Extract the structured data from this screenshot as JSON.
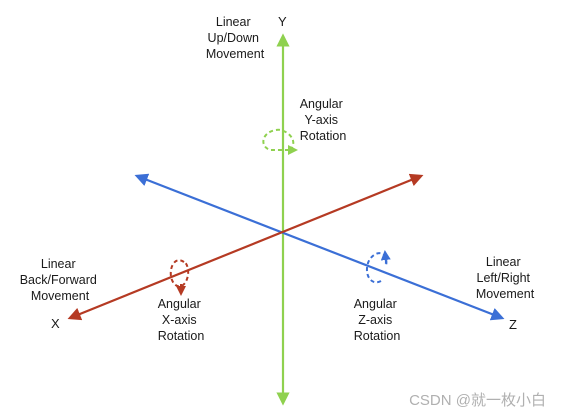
{
  "colors": {
    "y_axis": "#8fd14f",
    "z_axis": "#3b6fd6",
    "x_axis": "#b53a23",
    "text": "#1a1a1a",
    "watermark": "#b0b0b0"
  },
  "axes": {
    "y": {
      "letter": "Y",
      "linear_label": [
        "Linear",
        "Up/Down",
        "Movement"
      ],
      "angular_label": [
        "Angular",
        "Y-axis",
        "Rotation"
      ]
    },
    "x": {
      "letter": "X",
      "linear_label": [
        "Linear",
        "Back/Forward",
        "Movement"
      ],
      "angular_label": [
        "Angular",
        "X-axis",
        "Rotation"
      ]
    },
    "z": {
      "letter": "Z",
      "linear_label": [
        "Linear",
        "Left/Right",
        "Movement"
      ],
      "angular_label": [
        "Angular",
        "Z-axis",
        "Rotation"
      ]
    }
  },
  "watermark": "CSDN @就一枚小白"
}
